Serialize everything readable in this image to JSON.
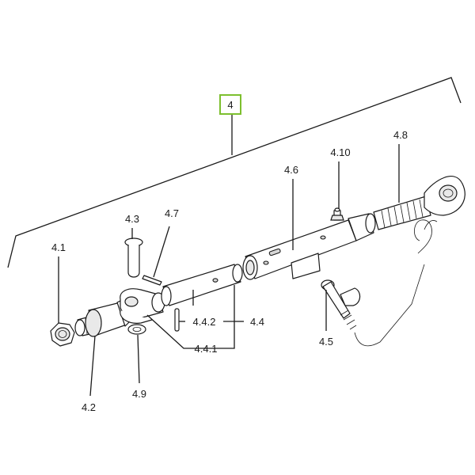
{
  "diagram": {
    "highlight_color": "#7dbf2e",
    "labels": {
      "assembly": "4",
      "p4_1": "4.1",
      "p4_2": "4.2",
      "p4_3": "4.3",
      "p4_4": "4.4",
      "p4_4_1": "4.4.1",
      "p4_4_2": "4.4.2",
      "p4_5": "4.5",
      "p4_6": "4.6",
      "p4_7": "4.7",
      "p4_8": "4.8",
      "p4_9": "4.9",
      "p4_10": "4.10"
    }
  }
}
